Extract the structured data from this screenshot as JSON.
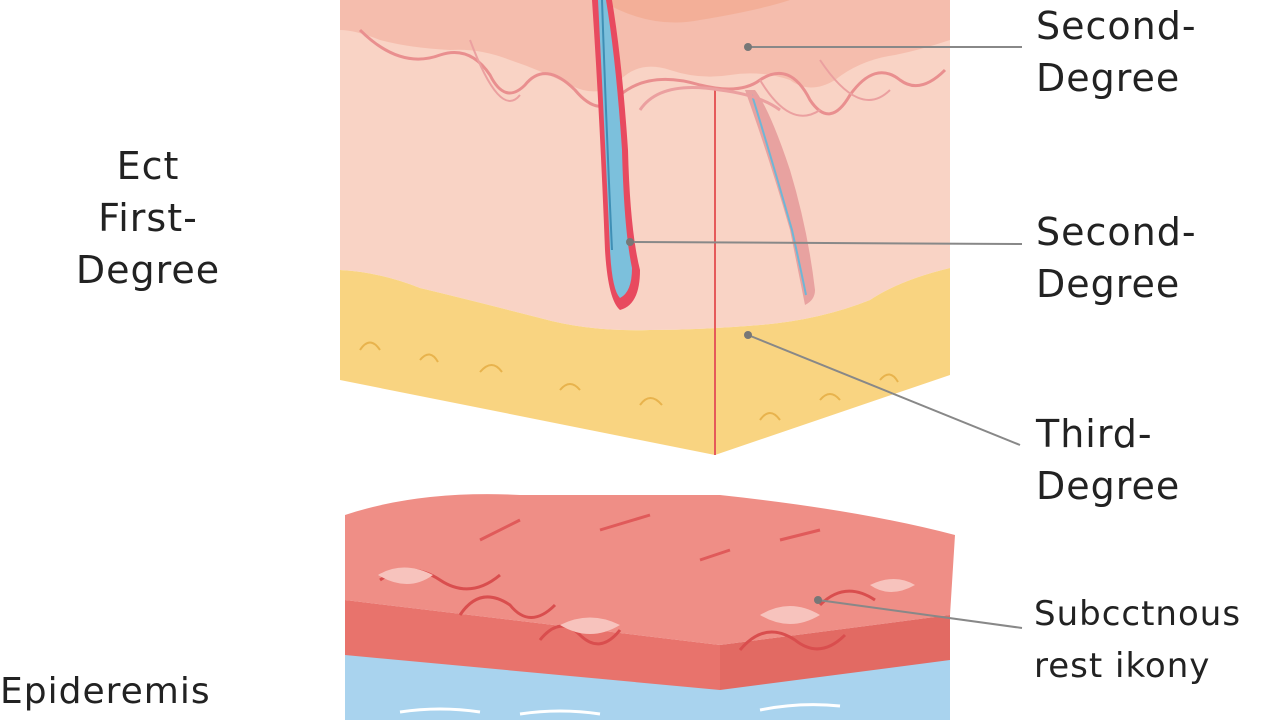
{
  "labels": {
    "first_degree": {
      "line1": "Ect",
      "line2": "First-",
      "line3": "Degree"
    },
    "second_degree_top": {
      "line1": "Second-",
      "line2": "Degree"
    },
    "second_degree_mid": {
      "line1": "Second-",
      "line2": "Degree"
    },
    "third_degree": {
      "line1": "Third-",
      "line2": "Degree"
    },
    "subcutaneous": {
      "line1": "Subcctnous",
      "line2": "rest ikony"
    },
    "epidermis": "Epideremis"
  },
  "colors": {
    "skin_top": "#f6c7b8",
    "dermis": "#f9d8cc",
    "fat": "#f8d37a",
    "muscle": "#e8736c",
    "fascia": "#a9d3ee",
    "vessel": "#e84a5f",
    "follicle": "#6fb6d6",
    "leader_line": "#888888"
  },
  "icons": [
    "hair-follicle-icon",
    "pointer-dot-icon"
  ]
}
